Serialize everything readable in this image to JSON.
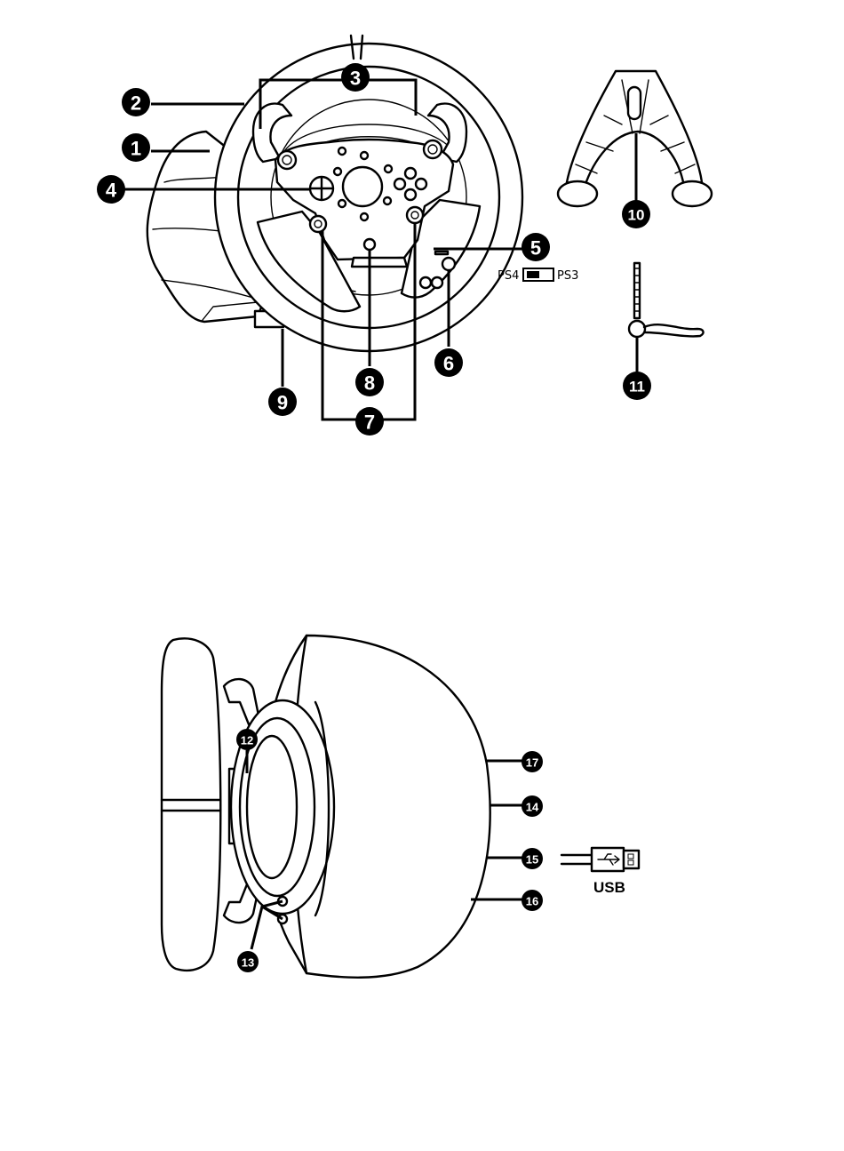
{
  "callouts": {
    "c1": "1",
    "c2": "2",
    "c3": "3",
    "c4": "4",
    "c5": "5",
    "c6": "6",
    "c7": "7",
    "c8": "8",
    "c9": "9",
    "c10": "10",
    "c11": "11",
    "c12": "12",
    "c13": "13",
    "c14": "14",
    "c15": "15",
    "c16": "16",
    "c17": "17"
  },
  "labels": {
    "ps4": "PS4",
    "ps3": "PS3",
    "usb": "USB"
  }
}
